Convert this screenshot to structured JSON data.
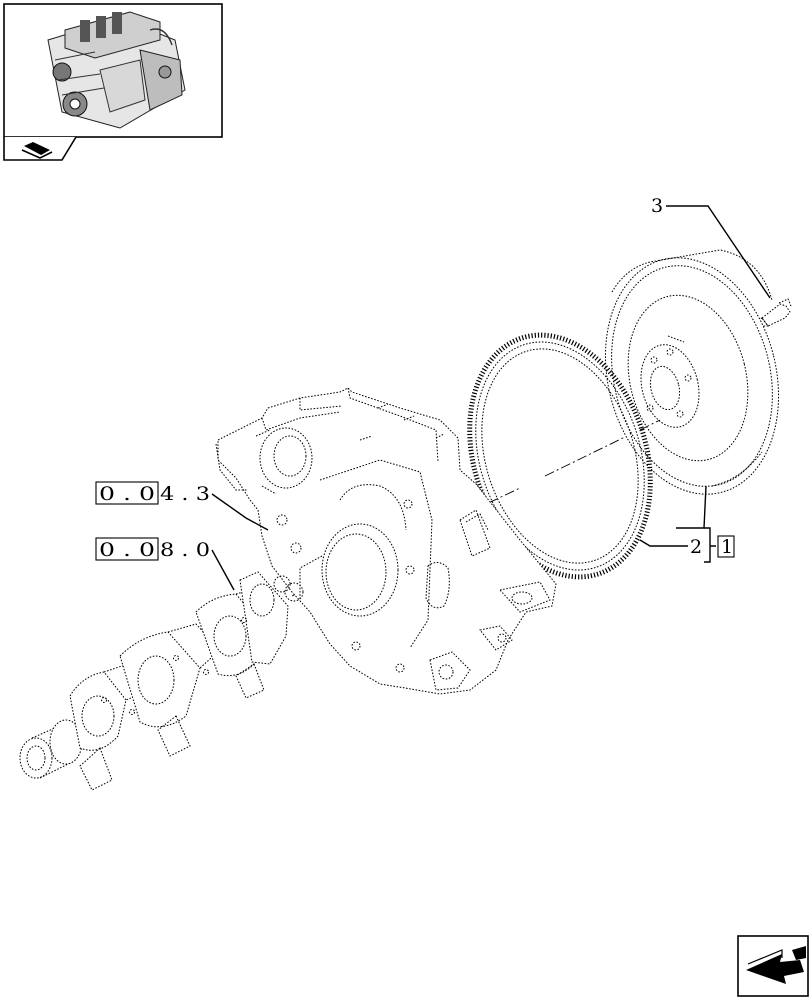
{
  "thumbnail": {
    "icon": "engine-thumbnail-icon",
    "tab_icon": "book-icon"
  },
  "callouts": {
    "part_3": "3",
    "part_2": "2",
    "group_ref": "1",
    "ref_a_box": "0 . 0",
    "ref_a_tail": "4 . 3",
    "ref_b_box": "0 . 0",
    "ref_b_tail": "8 . 0"
  },
  "nav": {
    "icon": "next-page-arrow-icon"
  }
}
